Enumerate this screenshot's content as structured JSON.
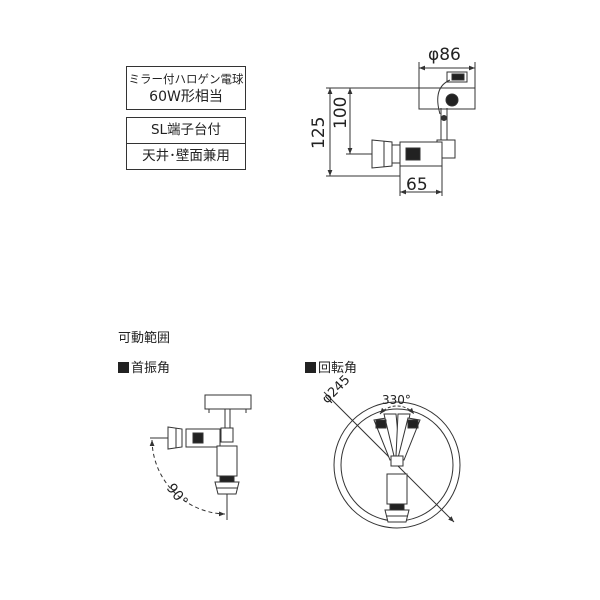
{
  "specs": {
    "lamp_line1": "ミラー付ハロゲン電球",
    "lamp_line2": "60W形相当",
    "terminal": "SL端子台付",
    "mount": "天井･壁面兼用"
  },
  "dimensions": {
    "diameter": "φ86",
    "height_100": "100",
    "height_125": "125",
    "width_65": "65"
  },
  "range": {
    "title": "可動範囲",
    "tilt_title": "首振角",
    "tilt_angle": "90°",
    "rotation_title": "回転角",
    "rotation_diameter": "φ245",
    "rotation_angle": "330°"
  }
}
